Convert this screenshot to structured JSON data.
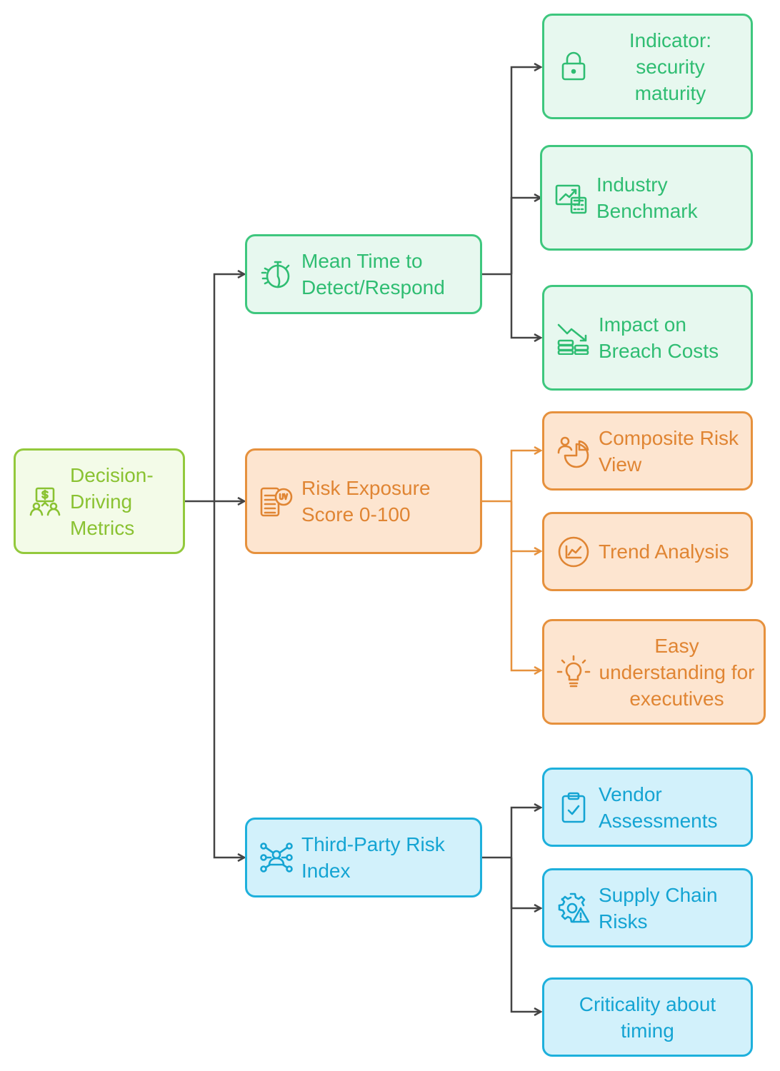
{
  "root": {
    "label": "Decision-Driving Metrics",
    "icon": "money-people-icon"
  },
  "branches": [
    {
      "label": "Mean Time to Detect/Respond",
      "icon": "stopwatch-icon",
      "color": "#3ec77e",
      "children": [
        {
          "label": "Indicator: security maturity",
          "icon": "lock-icon"
        },
        {
          "label": "Industry Benchmark",
          "icon": "chart-calculator-icon"
        },
        {
          "label": "Impact on Breach Costs",
          "icon": "declining-cost-icon"
        }
      ]
    },
    {
      "label": "Risk Exposure Score 0-100",
      "icon": "score-gauge-icon",
      "color": "#e6913d",
      "children": [
        {
          "label": "Composite Risk View",
          "icon": "people-pie-icon"
        },
        {
          "label": "Trend Analysis",
          "icon": "trend-circle-icon"
        },
        {
          "label": "Easy understanding for executives",
          "icon": "lightbulb-icon"
        }
      ]
    },
    {
      "label": "Third-Party Risk Index",
      "icon": "network-people-icon",
      "color": "#1eb0dc",
      "children": [
        {
          "label": "Vendor Assessments",
          "icon": "clipboard-check-icon"
        },
        {
          "label": "Supply Chain Risks",
          "icon": "gear-warning-icon"
        },
        {
          "label": "Criticality about timing",
          "icon": ""
        }
      ]
    }
  ],
  "colors": {
    "root": "#93c93c",
    "connector_root": "#444444"
  }
}
